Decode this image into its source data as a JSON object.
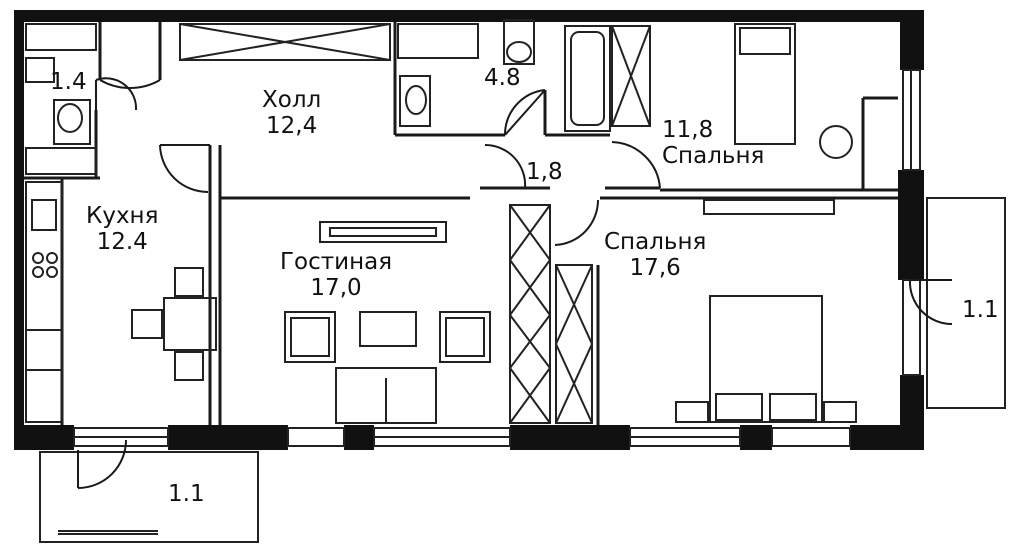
{
  "plan": {
    "rooms": [
      {
        "id": "wc",
        "area": "1.4"
      },
      {
        "id": "hall",
        "name": "Холл",
        "area": "12,4"
      },
      {
        "id": "bath",
        "area": "4.8"
      },
      {
        "id": "corridor",
        "area": "1,8"
      },
      {
        "id": "bedroom_small",
        "name": "Спальня",
        "area": "11,8"
      },
      {
        "id": "kitchen",
        "name": "Кухня",
        "area": "12.4"
      },
      {
        "id": "living",
        "name": "Гостиная",
        "area": "17,0"
      },
      {
        "id": "bedroom_large",
        "name": "Спальня",
        "area": "17,6"
      },
      {
        "id": "balcony_bottom",
        "area": "1.1"
      },
      {
        "id": "balcony_right",
        "area": "1.1"
      }
    ]
  },
  "colors": {
    "wall": "#111111",
    "line": "#1a1a1a",
    "background": "#ffffff"
  }
}
